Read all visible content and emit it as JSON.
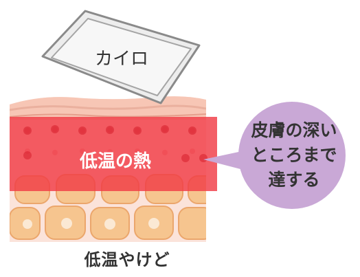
{
  "pad_label": "カイロ",
  "heat_label": "低温の熱",
  "bubble_lines": [
    "皮膚の深い",
    "ところまで",
    "達する"
  ],
  "caption": "低温やけど",
  "colors": {
    "heat_zone": "#f03c46",
    "bubble": "#c9a8d6",
    "fat_cell": "#f6c58f",
    "skin_surface": "#f7c6b5",
    "pad_fill": "#ededed",
    "pad_stroke": "#8a8a8a"
  }
}
